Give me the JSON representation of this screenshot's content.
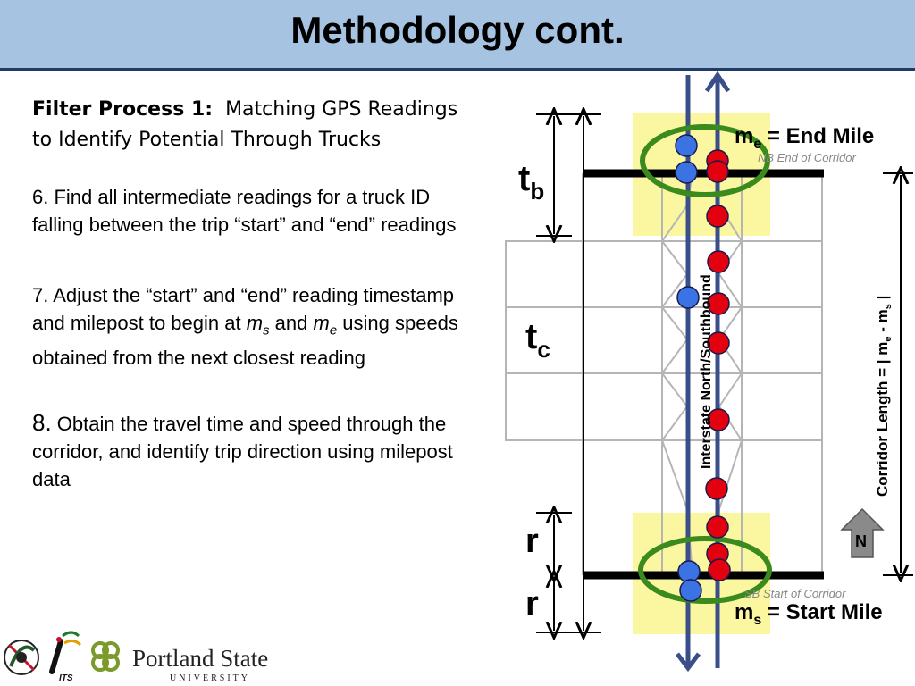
{
  "title": "Methodology cont.",
  "filter": {
    "heading": "Filter Process 1:",
    "heading_rest": "Matching GPS Readings",
    "heading_line2": "to Identify Potential Through Trucks"
  },
  "steps": {
    "s6": "6.  Find all intermediate readings for a truck ID falling between the trip “start” and “end” readings",
    "s7_a": "7.  Adjust the “start” and “end” reading timestamp and milepost to begin at ",
    "s7_ms": "m",
    "s7_ms_sub": "s",
    "s7_and": " and ",
    "s7_me": "m",
    "s7_me_sub": "e",
    "s7_b": " using speeds obtained from the next closest reading",
    "s8_num": "8.",
    "s8_text": "  Obtain the travel time and speed through the corridor, and identify trip direction using milepost data"
  },
  "diagram": {
    "end_mile_m": "m",
    "end_mile_sub": "e",
    "end_mile_text": " = End Mile",
    "nb_end": "NB End of Corridor",
    "start_mile_m": "m",
    "start_mile_sub": "s",
    "start_mile_text": " = Start Mile",
    "sb_start": "SB Start of Corridor",
    "tb_main": "t",
    "tb_sub": "b",
    "tc_main": "t",
    "tc_sub": "c",
    "r_label": "r",
    "interstate": "Interstate North/Southbound",
    "corridor_length": "Corridor Length = | m",
    "corridor_e": "e",
    "corridor_mid": " - m",
    "corridor_s": "s",
    "corridor_end": " |",
    "north": "N"
  },
  "logos": {
    "its": "ITS",
    "psu_line1": "Portland State",
    "psu_line2": "UNIVERSITY"
  },
  "colors": {
    "title_bar": "#a6c4e2",
    "highway": "#3a4f8a",
    "truck_red": "#e3000f",
    "truck_blue": "#3b73e5",
    "highlight": "#fbf7a0",
    "ellipse": "#3a8a1e"
  }
}
